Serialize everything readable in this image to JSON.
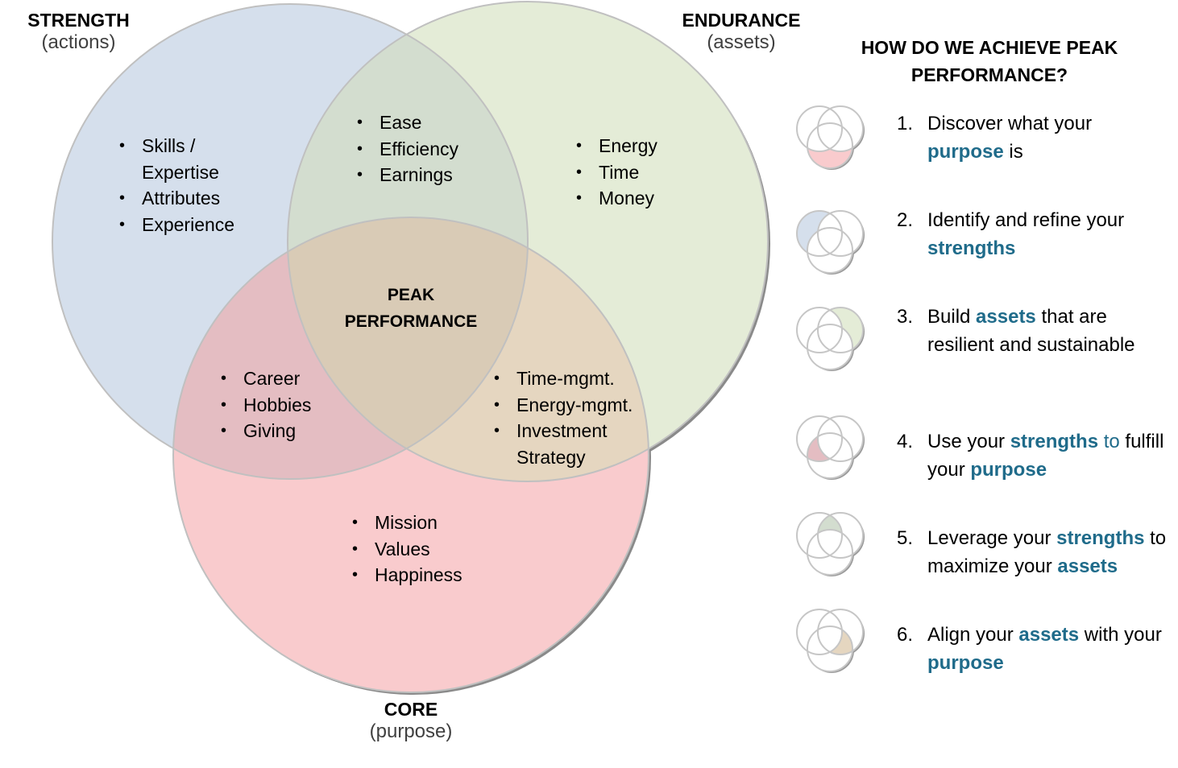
{
  "colors": {
    "strength": "#d5dfec",
    "endurance": "#e4ecd7",
    "core": "#f9cbcd",
    "strength_endurance": "#d3ddcf",
    "strength_core": "#e4bdc2",
    "endurance_core": "#e5d6c0",
    "center": "#d9cbb6",
    "outline": "#c0c0c0",
    "shadow": "#8a8a8a",
    "highlight_text": "#1f6b8a"
  },
  "venn": {
    "strength": {
      "title": "STRENGTH",
      "subtitle": "(actions)",
      "items": [
        "Skills / Expertise",
        "Attributes",
        "Experience"
      ]
    },
    "endurance": {
      "title": "ENDURANCE",
      "subtitle": "(assets)",
      "items": [
        "Energy",
        "Time",
        "Money"
      ]
    },
    "core": {
      "title": "CORE",
      "subtitle": "(purpose)",
      "items": [
        "Mission",
        "Values",
        "Happiness"
      ]
    },
    "strength_endurance": {
      "items": [
        "Ease",
        "Efficiency",
        "Earnings"
      ]
    },
    "strength_core": {
      "items": [
        "Career",
        "Hobbies",
        "Giving"
      ]
    },
    "endurance_core": {
      "items": [
        "Time-mgmt.",
        "Energy-mgmt.",
        "Investment Strategy"
      ]
    },
    "center": {
      "line1": "PEAK",
      "line2": "PERFORMANCE"
    }
  },
  "side": {
    "title_line1": "HOW DO WE ACHIEVE PEAK",
    "title_line2": "PERFORMANCE?",
    "steps": [
      {
        "num": "1.",
        "region": "core",
        "parts": [
          {
            "t": "Discover what your ",
            "s": ""
          },
          {
            "t": "purpose",
            "s": "hl"
          },
          {
            "t": " is",
            "s": ""
          }
        ]
      },
      {
        "num": "2.",
        "region": "strength",
        "parts": [
          {
            "t": "Identify and refine your ",
            "s": ""
          },
          {
            "t": "strengths",
            "s": "hl"
          }
        ]
      },
      {
        "num": "3.",
        "region": "endurance",
        "parts": [
          {
            "t": "Build ",
            "s": ""
          },
          {
            "t": "assets",
            "s": "hl"
          },
          {
            "t": " that are resilient and sustainable",
            "s": ""
          }
        ]
      },
      {
        "num": "4.",
        "region": "strength_core",
        "parts": [
          {
            "t": "Use your ",
            "s": ""
          },
          {
            "t": "strengths",
            "s": "hl"
          },
          {
            "t": " to",
            "s": "hl-plain"
          },
          {
            "t": " fulfill your ",
            "s": ""
          },
          {
            "t": "purpose",
            "s": "hl"
          }
        ]
      },
      {
        "num": "5.",
        "region": "strength_endurance",
        "parts": [
          {
            "t": "Leverage your ",
            "s": ""
          },
          {
            "t": "strengths",
            "s": "hl"
          },
          {
            "t": " to maximize your ",
            "s": ""
          },
          {
            "t": "assets",
            "s": "hl"
          }
        ]
      },
      {
        "num": "6.",
        "region": "endurance_core",
        "parts": [
          {
            "t": "Align your ",
            "s": ""
          },
          {
            "t": "assets",
            "s": "hl"
          },
          {
            "t": " with your ",
            "s": ""
          },
          {
            "t": "purpose",
            "s": "hl"
          }
        ]
      }
    ]
  }
}
